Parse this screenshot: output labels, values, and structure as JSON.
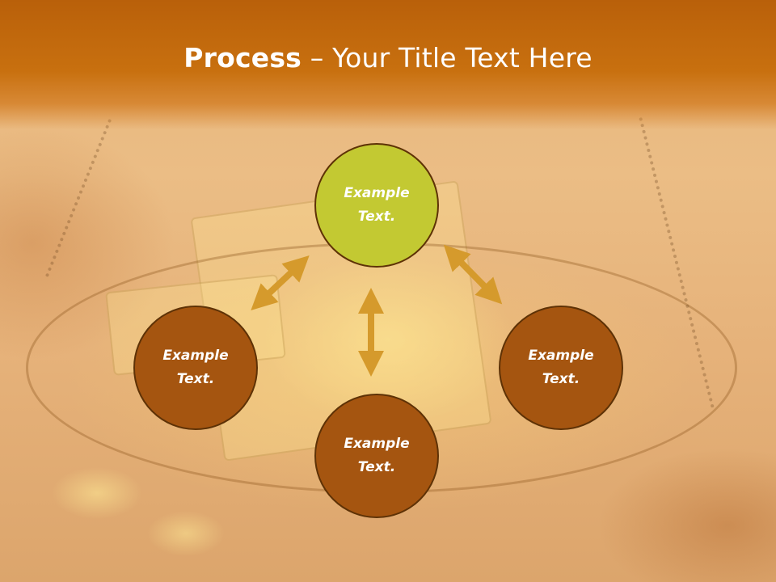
{
  "slide": {
    "title_bold": "Process",
    "title_rest": " – Your Title Text Here"
  },
  "nodes": {
    "top": {
      "text": "Example Text."
    },
    "left": {
      "text": "Example Text."
    },
    "right": {
      "text": "Example Text."
    },
    "bottom": {
      "text": "Example Text."
    }
  },
  "colors": {
    "title_band": "#c8700f",
    "node_brown": "#a55510",
    "node_green": "#c3c932",
    "node_border": "#5e3206",
    "arrow": "#d59a2c"
  }
}
